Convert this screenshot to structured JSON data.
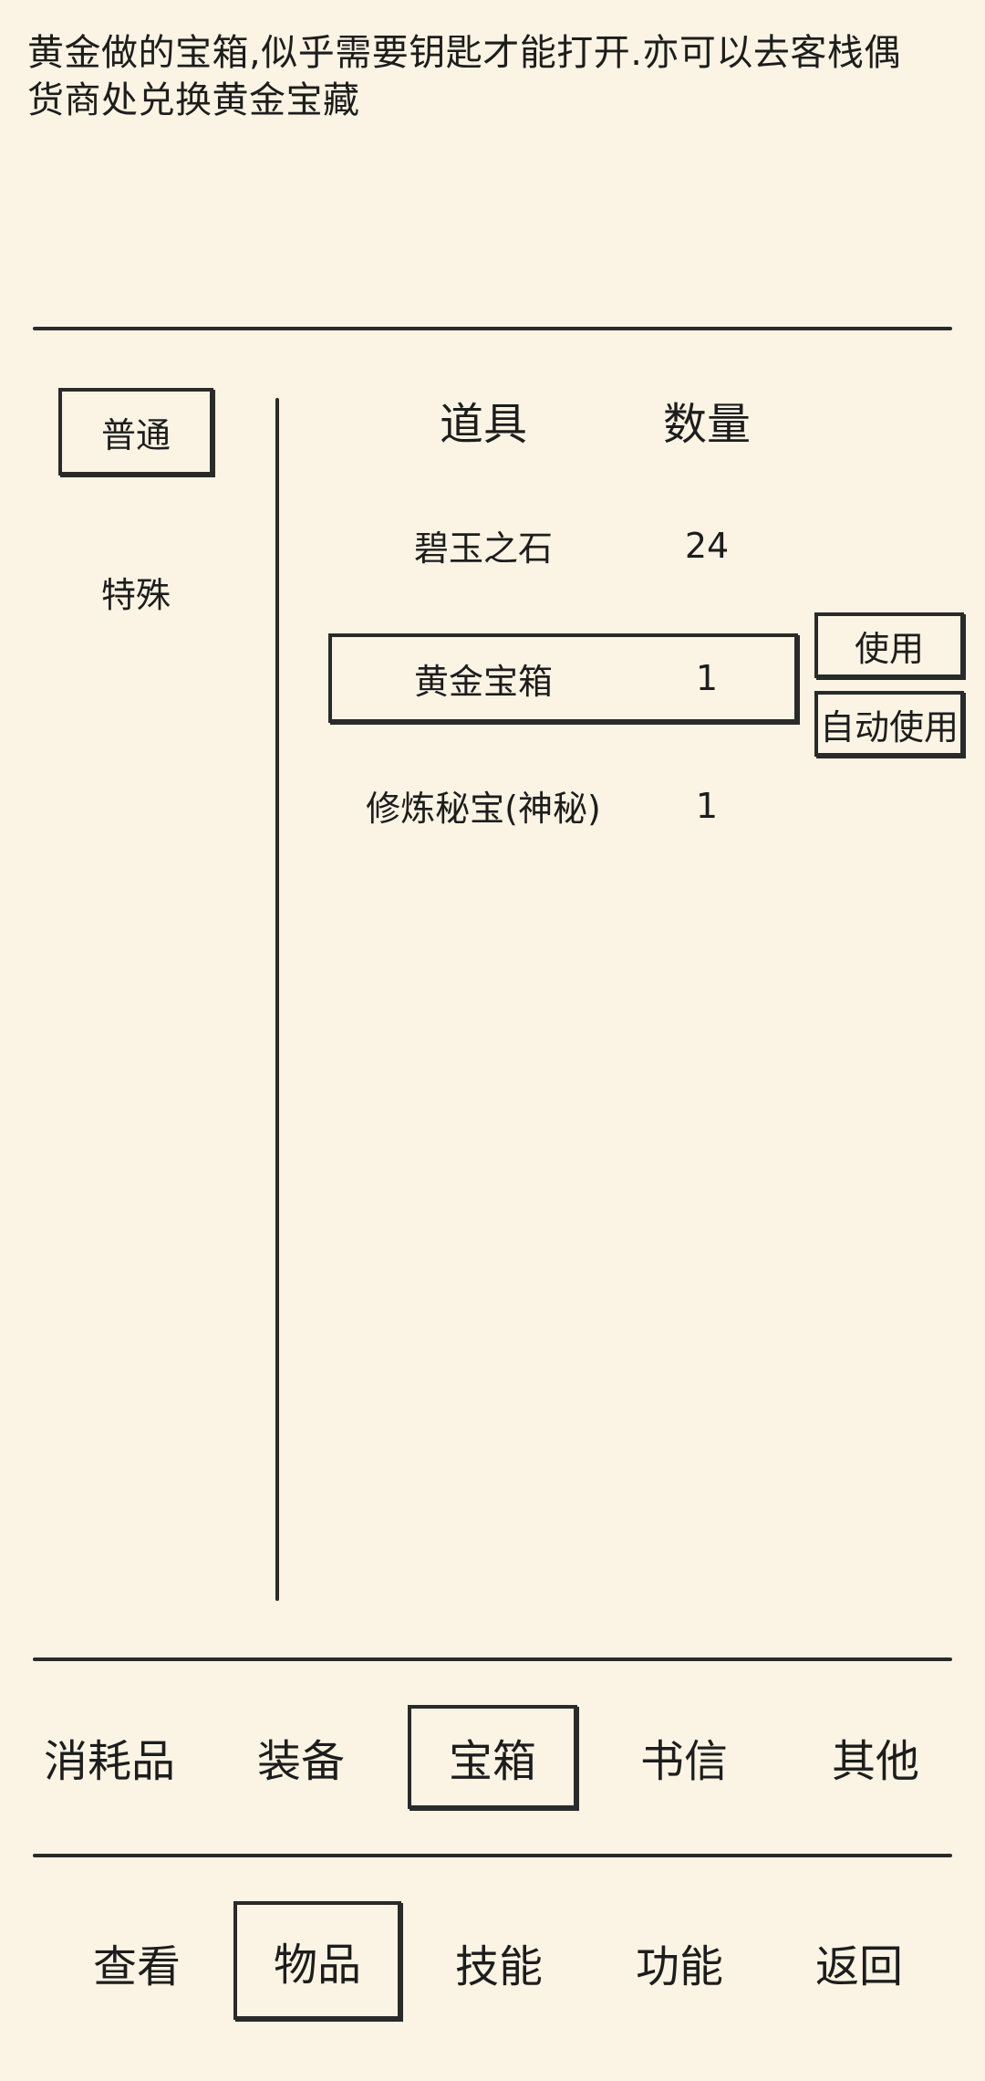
{
  "description": "黄金做的宝箱,似乎需要钥匙才能打开.亦可以去客栈偶货商处兑换黄金宝藏",
  "subcategories": [
    {
      "label": "普通",
      "selected": true
    },
    {
      "label": "特殊",
      "selected": false
    }
  ],
  "table": {
    "headers": {
      "item": "道具",
      "count": "数量"
    },
    "rows": [
      {
        "name": "碧玉之石",
        "count": "24",
        "selected": false
      },
      {
        "name": "黄金宝箱",
        "count": "1",
        "selected": true
      },
      {
        "name": "修炼秘宝(神秘)",
        "count": "1",
        "selected": false
      }
    ]
  },
  "actions": {
    "use": "使用",
    "auto_use": "自动使用"
  },
  "category_tabs": [
    {
      "label": "消耗品",
      "selected": false
    },
    {
      "label": "装备",
      "selected": false
    },
    {
      "label": "宝箱",
      "selected": true
    },
    {
      "label": "书信",
      "selected": false
    },
    {
      "label": "其他",
      "selected": false
    }
  ],
  "bottom_nav": [
    {
      "label": "查看",
      "selected": false
    },
    {
      "label": "物品",
      "selected": true
    },
    {
      "label": "技能",
      "selected": false
    },
    {
      "label": "功能",
      "selected": false
    },
    {
      "label": "返回",
      "selected": false
    }
  ]
}
